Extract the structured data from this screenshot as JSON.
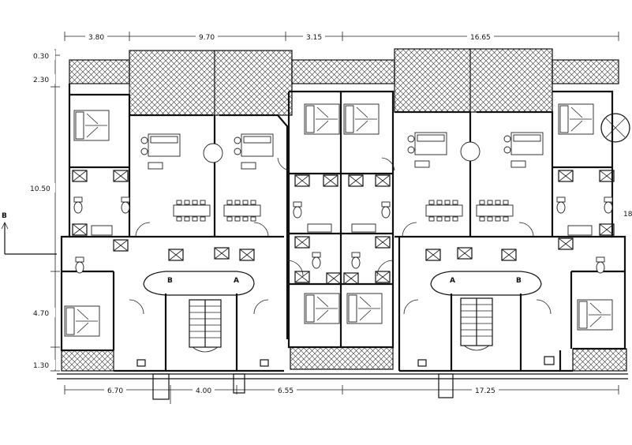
{
  "dimensions_top": [
    "3.80",
    "9.70",
    "3.15",
    "16.65"
  ],
  "dimensions_left": [
    "0.30",
    "2.30",
    "10.50",
    "4.70",
    "1.30"
  ],
  "dimensions_bottom": [
    "6.70",
    "4.00",
    "6.55",
    "17.25"
  ],
  "right_edge_label": "18",
  "section_marker": "B",
  "stair_labels": [
    "B",
    "A",
    "A",
    "B"
  ]
}
